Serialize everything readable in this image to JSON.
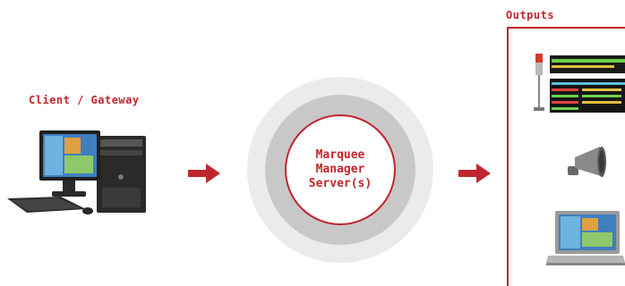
{
  "client": {
    "label": "Client / Gateway",
    "icon": "desktop-computer-icon"
  },
  "server": {
    "lines": [
      "Marquee",
      "Manager",
      "Server(s)"
    ],
    "icon": "server-circle"
  },
  "outputs": {
    "label": "Outputs",
    "items": [
      {
        "icon": "led-display-sign-icon"
      },
      {
        "icon": "speaker-horn-icon"
      },
      {
        "icon": "laptop-icon"
      }
    ]
  },
  "colors": {
    "accent": "#c0272d",
    "ring_outer": "#ebebeb",
    "ring_mid": "#c8c8c8"
  }
}
